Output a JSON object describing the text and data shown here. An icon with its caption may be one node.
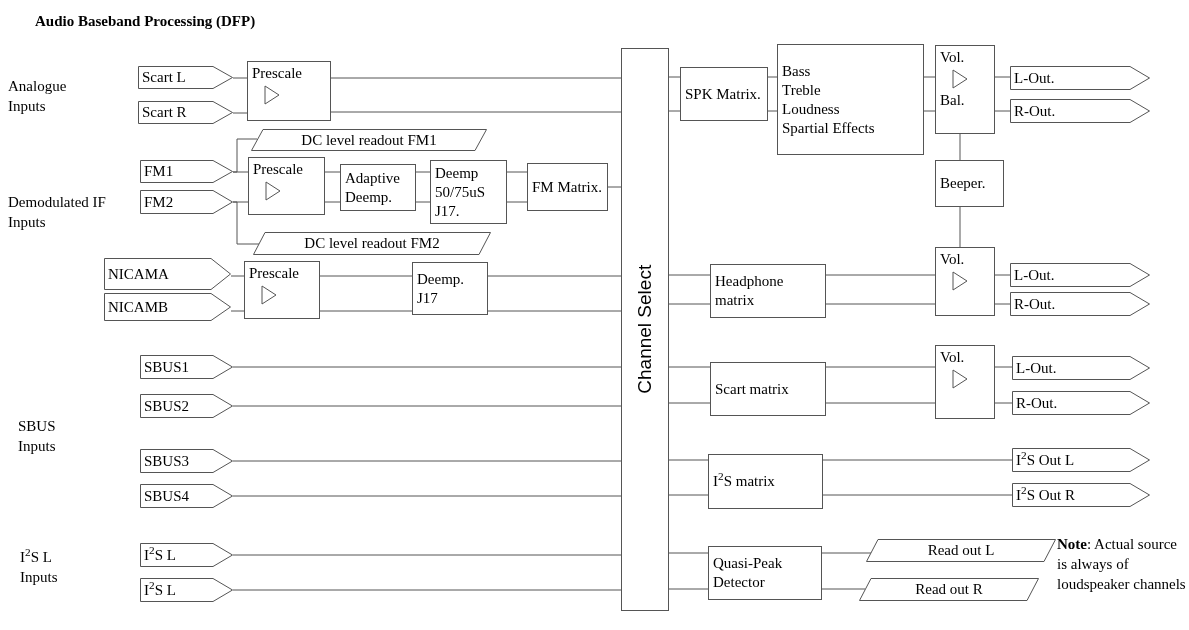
{
  "diagram": {
    "title": "Audio Baseband Processing (DFP)",
    "nodes": [
      {
        "text": [
          "Scart L"
        ]
      },
      {
        "text": [
          "Scart R"
        ]
      },
      {
        "text": [
          "Prescale"
        ]
      },
      {
        "text": [
          "DC level readout FM1"
        ]
      },
      {
        "text": [
          "FM1"
        ]
      },
      {
        "text": [
          "FM2"
        ]
      },
      {
        "text": [
          "Prescale"
        ]
      },
      {
        "text": [
          "Adaptive Deemp."
        ]
      },
      {
        "text": [
          "Deemp 50/75uS J17."
        ]
      },
      {
        "text": [
          "FM Matrix."
        ]
      },
      {
        "text": [
          "DC level readout FM2"
        ]
      },
      {
        "text": [
          "NICAMA"
        ]
      },
      {
        "text": [
          "NICAMB"
        ]
      },
      {
        "text": [
          "Prescale"
        ]
      },
      {
        "text": [
          "Deemp. J17"
        ]
      },
      {
        "text": [
          "Channel Select"
        ]
      },
      {
        "text": [
          "SPK Matrix."
        ]
      },
      {
        "text": [
          "Bass",
          "Treble",
          "Loudness",
          "Spartial Effects"
        ]
      },
      {
        "text": [
          "Vol.",
          "Bal."
        ]
      },
      {
        "text": [
          "L-Out."
        ]
      },
      {
        "text": [
          "R-Out."
        ]
      },
      {
        "text": [
          "Beeper."
        ]
      },
      {
        "text": [
          "Headphone matrix"
        ]
      },
      {
        "text": [
          "Vol."
        ]
      },
      {
        "text": [
          "L-Out."
        ]
      },
      {
        "text": [
          "R-Out."
        ]
      },
      {
        "text": [
          "SBUS1"
        ]
      },
      {
        "text": [
          "SBUS2"
        ]
      },
      {
        "text": [
          "SBUS3"
        ]
      },
      {
        "text": [
          "SBUS4"
        ]
      },
      {
        "text": [
          "I$^{2}$S L"
        ]
      },
      {
        "text": [
          "I$^{2}$S L"
        ]
      },
      {
        "text": [
          "Scart matrix"
        ]
      },
      {
        "text": [
          "Vol."
        ]
      },
      {
        "text": [
          "L-Out."
        ]
      },
      {
        "text": [
          "R-Out."
        ]
      },
      {
        "text": [
          "I$^{2}$S matrix"
        ]
      },
      {
        "text": [
          "I$^{2}$S Out L"
        ]
      },
      {
        "text": [
          "I$^{2}$S Out R"
        ]
      },
      {
        "text": [
          "Quasi-Peak Detector"
        ]
      },
      {
        "text": [
          "Read out L"
        ]
      },
      {
        "text": [
          "Read out R"
        ]
      }
    ],
    "edges": [
      {
        "from": 0,
        "to": 2,
        "arrow": "none"
      },
      {
        "from": 1,
        "to": 2,
        "arrow": "none"
      },
      {
        "from": 2,
        "to": 15,
        "arrow": "none"
      },
      {
        "from": 2,
        "to": 15,
        "arrow": "none"
      },
      {
        "from": 4,
        "to": 6,
        "arrow": "none"
      },
      {
        "from": 5,
        "to": 6,
        "arrow": "none"
      },
      {
        "from": 4,
        "to": 3,
        "arrow": "none"
      },
      {
        "from": 5,
        "to": 10,
        "arrow": "none"
      },
      {
        "from": 6,
        "to": 7,
        "arrow": "none"
      },
      {
        "from": 6,
        "to": 7,
        "arrow": "none"
      },
      {
        "from": 7,
        "to": 8,
        "arrow": "none"
      },
      {
        "from": 7,
        "to": 8,
        "arrow": "none"
      },
      {
        "from": 8,
        "to": 9,
        "arrow": "none"
      },
      {
        "from": 8,
        "to": 9,
        "arrow": "none"
      },
      {
        "from": 9,
        "to": 15,
        "arrow": "none"
      },
      {
        "from": 11,
        "to": 13,
        "arrow": "none"
      },
      {
        "from": 12,
        "to": 13,
        "arrow": "none"
      },
      {
        "from": 13,
        "to": 14,
        "arrow": "none"
      },
      {
        "from": 13,
        "to": 14,
        "arrow": "none"
      },
      {
        "from": 14,
        "to": 15,
        "arrow": "none"
      },
      {
        "from": 14,
        "to": 15,
        "arrow": "none"
      },
      {
        "from": 26,
        "to": 15,
        "arrow": "none"
      },
      {
        "from": 27,
        "to": 15,
        "arrow": "none"
      },
      {
        "from": 28,
        "to": 15,
        "arrow": "none"
      },
      {
        "from": 29,
        "to": 15,
        "arrow": "none"
      },
      {
        "from": 30,
        "to": 15,
        "arrow": "none"
      },
      {
        "from": 31,
        "to": 15,
        "arrow": "none"
      },
      {
        "from": 15,
        "to": 16,
        "arrow": "none"
      },
      {
        "from": 15,
        "to": 16,
        "arrow": "none"
      },
      {
        "from": 16,
        "to": 17,
        "arrow": "none"
      },
      {
        "from": 16,
        "to": 17,
        "arrow": "none"
      },
      {
        "from": 17,
        "to": 18,
        "arrow": "none"
      },
      {
        "from": 17,
        "to": 18,
        "arrow": "none"
      },
      {
        "from": 18,
        "to": 19,
        "arrow": "none"
      },
      {
        "from": 18,
        "to": 20,
        "arrow": "none"
      },
      {
        "from": 18,
        "to": 21,
        "arrow": "none"
      },
      {
        "from": 21,
        "to": 23,
        "arrow": "none"
      },
      {
        "from": 15,
        "to": 22,
        "arrow": "none"
      },
      {
        "from": 15,
        "to": 22,
        "arrow": "none"
      },
      {
        "from": 22,
        "to": 23,
        "arrow": "none"
      },
      {
        "from": 22,
        "to": 23,
        "arrow": "none"
      },
      {
        "from": 23,
        "to": 24,
        "arrow": "none"
      },
      {
        "from": 23,
        "to": 25,
        "arrow": "none"
      },
      {
        "from": 15,
        "to": 32,
        "arrow": "none"
      },
      {
        "from": 15,
        "to": 32,
        "arrow": "none"
      },
      {
        "from": 32,
        "to": 33,
        "arrow": "none"
      },
      {
        "from": 32,
        "to": 33,
        "arrow": "none"
      },
      {
        "from": 33,
        "to": 34,
        "arrow": "none"
      },
      {
        "from": 33,
        "to": 35,
        "arrow": "none"
      },
      {
        "from": 15,
        "to": 36,
        "arrow": "none"
      },
      {
        "from": 15,
        "to": 36,
        "arrow": "none"
      },
      {
        "from": 36,
        "to": 37,
        "arrow": "none"
      },
      {
        "from": 36,
        "to": 38,
        "arrow": "none"
      },
      {
        "from": 15,
        "to": 39,
        "arrow": "none"
      },
      {
        "from": 15,
        "to": 39,
        "arrow": "none"
      },
      {
        "from": 39,
        "to": 40,
        "arrow": "none"
      },
      {
        "from": 39,
        "to": 41,
        "arrow": "none"
      }
    ],
    "labels": [
      "Analogue Inputs",
      "Demodulated IF Inputs",
      "SBUS Inputs",
      "I$^{2}$S L Inputs",
      "**Note**: Actual source is always of loudspeaker channels"
    ]
  }
}
